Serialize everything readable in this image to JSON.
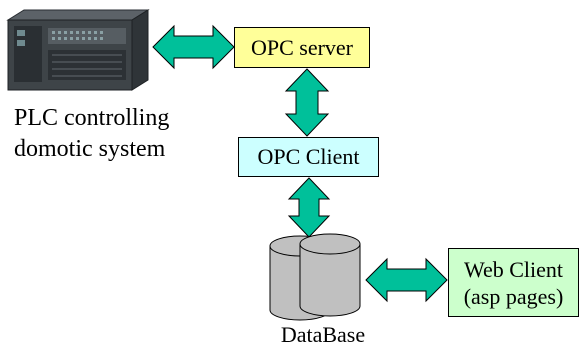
{
  "nodes": {
    "opc_server": {
      "label": "OPC server",
      "fill": "#ffff99"
    },
    "opc_client": {
      "label": "OPC Client",
      "fill": "#ccffff"
    },
    "web_client": {
      "line1": "Web Client",
      "line2": "(asp pages)",
      "fill": "#ccffcc"
    },
    "plc": {
      "line1": "PLC controlling",
      "line2": "domotic system"
    },
    "database": {
      "label": "DataBase",
      "fill": "#c0c0c0"
    }
  },
  "colors": {
    "arrow": "#00c09a",
    "outline": "#000000"
  }
}
